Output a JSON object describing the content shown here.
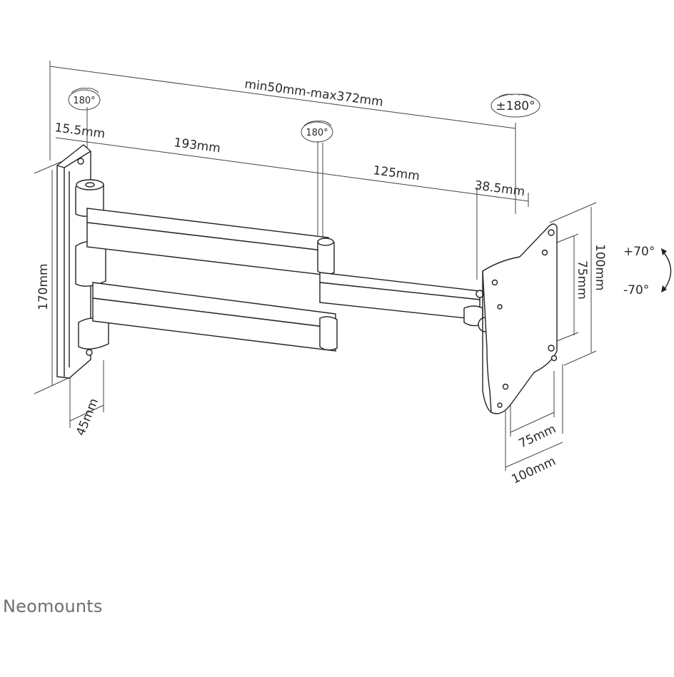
{
  "dimensions": {
    "total_length": "min50mm-max372mm",
    "wall_offset": "15.5mm",
    "arm_one": "193mm",
    "arm_two": "125mm",
    "head_depth": "38.5mm",
    "plate_height": "170mm",
    "plate_width": "45mm",
    "vesa_height_outer": "100mm",
    "vesa_height_inner": "75mm",
    "vesa_width_inner": "75mm",
    "vesa_width_outer": "100mm"
  },
  "rotations": {
    "wall_pivot": "180°",
    "middle_pivot": "180°",
    "head_rotation": "±180°",
    "tilt_up": "+70°",
    "tilt_down": "-70°"
  },
  "brand": {
    "name": "Neomounts"
  }
}
